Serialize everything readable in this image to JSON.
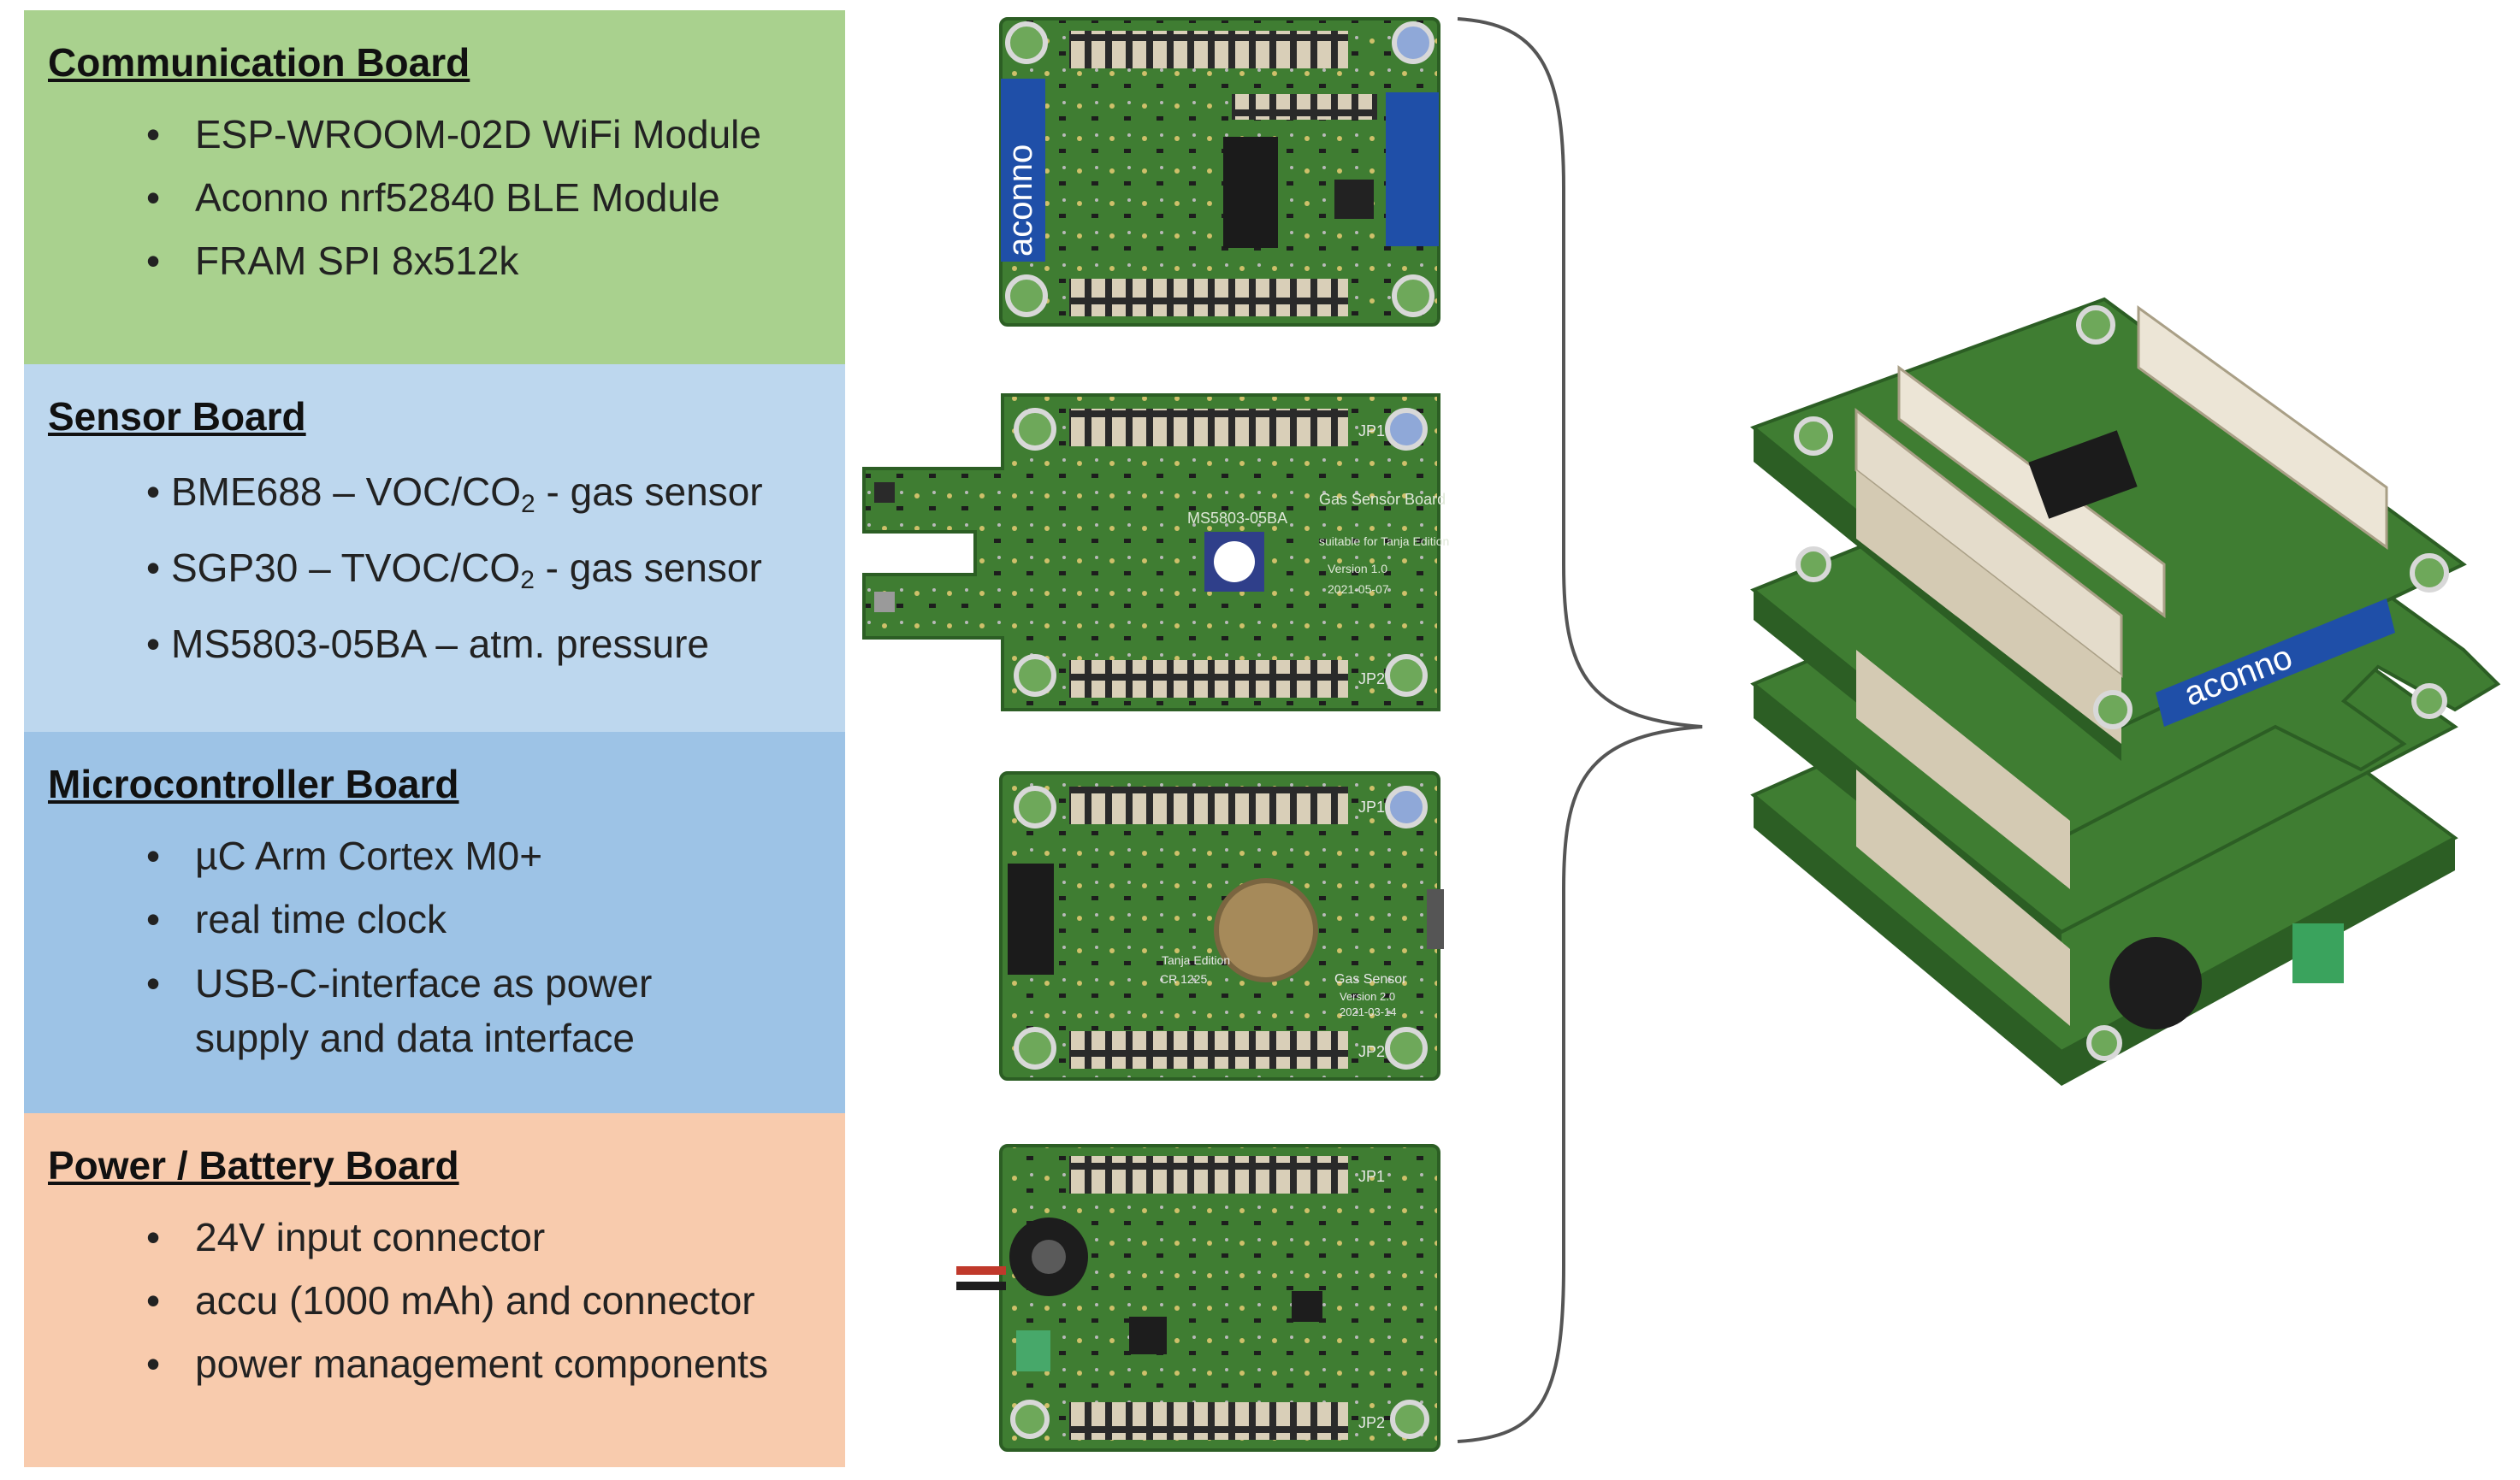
{
  "panels": [
    {
      "title": "Communication Board",
      "color": "#a9d18e",
      "items": [
        "ESP-WROOM-02D WiFi Module",
        "Aconno nrf52840 BLE Module",
        "FRAM SPI 8x512k"
      ]
    },
    {
      "title": "Sensor Board",
      "color": "#bdd7ee",
      "items": [
        {
          "before": "BME688 – VOC/CO",
          "sub": "2",
          "after": " - gas sensor"
        },
        {
          "before": "SGP30 – TVOC/CO",
          "sub": "2",
          "after": " - gas sensor"
        },
        {
          "before": "MS5803-05BA – atm. pressure",
          "sub": "",
          "after": ""
        }
      ]
    },
    {
      "title": "Microcontroller Board",
      "color": "#9dc3e6",
      "items": [
        "µC Arm Cortex M0+",
        "real time clock",
        "USB-C-interface as power",
        "supply and data interface"
      ]
    },
    {
      "title": "Power / Battery Board",
      "color": "#f8cbad",
      "items": [
        "24V input connector",
        "accu (1000 mAh) and connector",
        "power management components"
      ]
    }
  ],
  "board_labels": {
    "comm_brand": "aconno",
    "sensor_name": "MS5803-05BA",
    "sensor_title": "Gas Sensor Board",
    "sensor_sub": "suitable for Tanja Edition",
    "sensor_version": "Version 1.0",
    "sensor_date": "2021-05-07",
    "mcu_battery": "CR 1225",
    "mcu_edition": "Tanja Edition",
    "mcu_title": "Gas Sensor",
    "mcu_version": "Version 2.0",
    "mcu_date": "2021-03-14",
    "header_jp1": "JP1",
    "header_jp2": "JP2",
    "stack_brand": "aconno"
  },
  "colors": {
    "pcb": "#3f7d32",
    "pcb_dark": "#2c5e24",
    "pcb_edge": "#5b9a45",
    "header": "#e4dccb",
    "brace": "#555555",
    "aconno_blue": "#1f4fa8"
  }
}
